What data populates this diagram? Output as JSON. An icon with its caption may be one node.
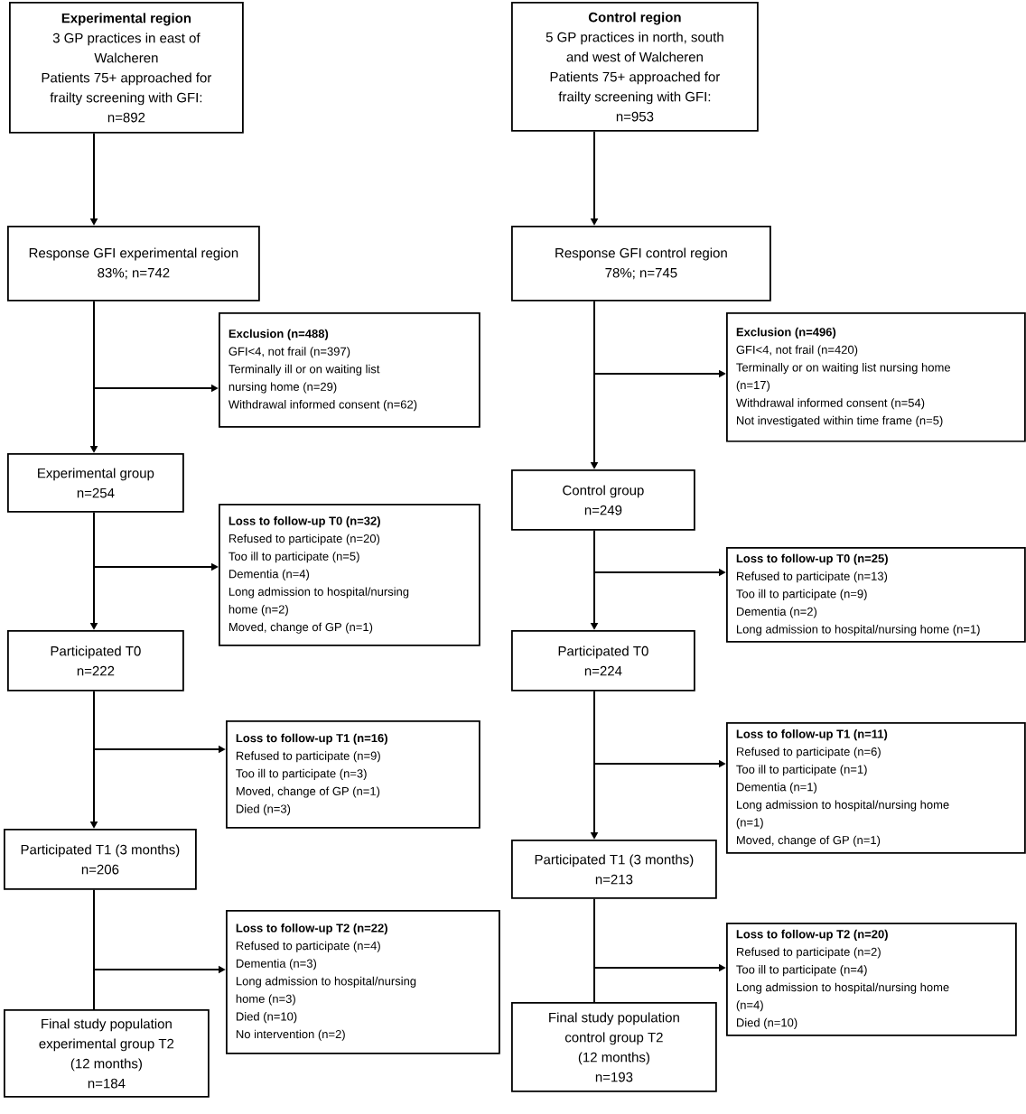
{
  "diagram": {
    "nodes": [
      {
        "text": [
          "Experimental region",
          "3 GP practices in east of Walcheren",
          "Patients 75+ approached for frailty screening with GFI:",
          "n=892"
        ]
      },
      {
        "text": [
          "Response GFI experimental region",
          "83%; n=742"
        ]
      },
      {
        "text": [
          "Exclusion (n=488)",
          "GFI<4, not frail (n=397)",
          "Terminally ill or on waiting list nursing home (n=29)",
          "Withdrawal informed consent (n=62)"
        ]
      },
      {
        "text": [
          "Experimental group",
          "n=254"
        ]
      },
      {
        "text": [
          "Loss to follow-up T0 (n=32)",
          "Refused to participate (n=20)",
          "Too ill to participate (n=5)",
          "Dementia (n=4)",
          "Long admission to hospital/nursing home (n=2)",
          "Moved, change of GP (n=1)"
        ]
      },
      {
        "text": [
          "Participated T0",
          "n=222"
        ]
      },
      {
        "text": [
          "Loss to follow-up T1 (n=16)",
          "Refused to participate (n=9)",
          "Too ill to participate (n=3)",
          "Moved, change of GP (n=1)",
          "Died (n=3)"
        ]
      },
      {
        "text": [
          "Participated T1 (3 months)",
          "n=206"
        ]
      },
      {
        "text": [
          "Loss to follow-up T2 (n=22)",
          "Refused to participate (n=4)",
          "Dementia (n=3)",
          "Long admission to hospital/nursing home (n=3)",
          "Died (n=10)",
          "No intervention (n=2)"
        ]
      },
      {
        "text": [
          "Final study population experimental group T2",
          "(12 months)",
          "n=184"
        ]
      },
      {
        "text": [
          "Control region",
          "5 GP practices in north, south and west of Walcheren",
          "Patients 75+ approached for frailty screening with GFI:",
          "n=953"
        ]
      },
      {
        "text": [
          "Response GFI control region",
          "78%; n=745"
        ]
      },
      {
        "text": [
          "Exclusion (n=496)",
          "GFI<4, not frail (n=420)",
          "Terminally or on waiting list nursing home (n=17)",
          "Withdrawal informed consent (n=54)",
          "Not investigated within time frame (n=5)"
        ]
      },
      {
        "text": [
          "Control group",
          "n=249"
        ]
      },
      {
        "text": [
          "Loss to follow-up T0 (n=25)",
          "Refused to participate (n=13)",
          "Too ill to participate (n=9)",
          "Dementia (n=2)",
          "Long admission to hospital/nursing home (n=1)"
        ]
      },
      {
        "text": [
          "Participated T0",
          "n=224"
        ]
      },
      {
        "text": [
          "Loss to follow-up T1 (n=11)",
          "Refused to participate (n=6)",
          "Too ill to participate (n=1)",
          "Dementia (n=1)",
          "Long admission to hospital/nursing home (n=1)",
          "Moved, change of GP (n=1)"
        ]
      },
      {
        "text": [
          "Participated T1 (3 months)",
          "n=213"
        ]
      },
      {
        "text": [
          "Loss to follow-up T2 (n=20)",
          "Refused to participate (n=2)",
          "Too ill to participate (n=4)",
          "Long admission to hospital/nursing home (n=4)",
          "Died (n=10)"
        ]
      },
      {
        "text": [
          "Final study population control group T2",
          "(12 months)",
          "n=193"
        ]
      }
    ],
    "edges": [
      {
        "from": 0,
        "to": 1,
        "arrow": "to"
      },
      {
        "from": 1,
        "to": 2,
        "arrow": "to"
      },
      {
        "from": 1,
        "to": 3,
        "arrow": "to"
      },
      {
        "from": 3,
        "to": 4,
        "arrow": "to"
      },
      {
        "from": 3,
        "to": 5,
        "arrow": "to"
      },
      {
        "from": 5,
        "to": 6,
        "arrow": "to"
      },
      {
        "from": 5,
        "to": 7,
        "arrow": "to"
      },
      {
        "from": 7,
        "to": 8,
        "arrow": "to"
      },
      {
        "from": 7,
        "to": 9,
        "arrow": "none"
      },
      {
        "from": 10,
        "to": 11,
        "arrow": "to"
      },
      {
        "from": 11,
        "to": 12,
        "arrow": "to"
      },
      {
        "from": 11,
        "to": 13,
        "arrow": "to"
      },
      {
        "from": 13,
        "to": 14,
        "arrow": "to"
      },
      {
        "from": 13,
        "to": 15,
        "arrow": "to"
      },
      {
        "from": 15,
        "to": 16,
        "arrow": "to"
      },
      {
        "from": 15,
        "to": 17,
        "arrow": "to"
      },
      {
        "from": 17,
        "to": 18,
        "arrow": "to"
      },
      {
        "from": 17,
        "to": 19,
        "arrow": "none"
      }
    ]
  }
}
